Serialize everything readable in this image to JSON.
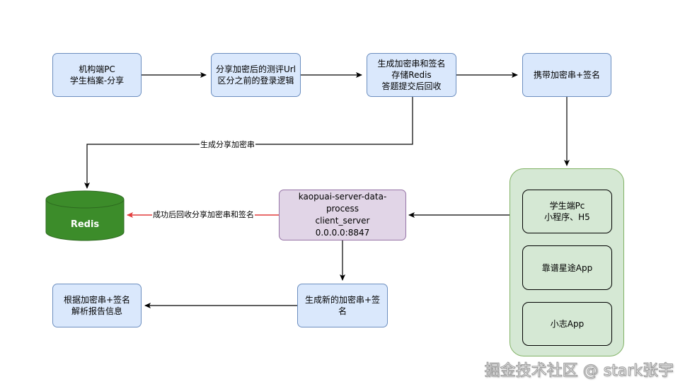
{
  "nodes": {
    "org_pc": "机构端PC\n学生档案-分享",
    "share_url": "分享加密后的测评Url\n区分之前的登录逻辑",
    "generate_store": "生成加密串和签名\n存储Redis\n答题提交后回收",
    "carry": "携带加密串+签名",
    "server": "kaopuai-server-data-process\nclient_server\n0.0.0.0:8847",
    "new_sign": "生成新的加密串+签名",
    "parse_report": "根据加密串+签名\n解析报告信息",
    "redis": "Redis",
    "student_pc": "学生端Pc\n小程序、H5",
    "kaopu_app": "靠谱星途App",
    "xiaozhi_app": "小志App"
  },
  "edge_labels": {
    "generate_share": "生成分享加密串",
    "recycle": "成功后回收分享加密串和签名"
  },
  "watermark": "掘金技术社区 @ stark张宇",
  "colors": {
    "blue_fill": "#dae8fc",
    "blue_stroke": "#6c8ebf",
    "purple_fill": "#e1d5e7",
    "purple_stroke": "#9673a6",
    "green_fill": "#d5e8d4",
    "green_stroke": "#82b366",
    "redis_fill": "#3c8c2a",
    "red_arrow": "#e23b3b"
  }
}
